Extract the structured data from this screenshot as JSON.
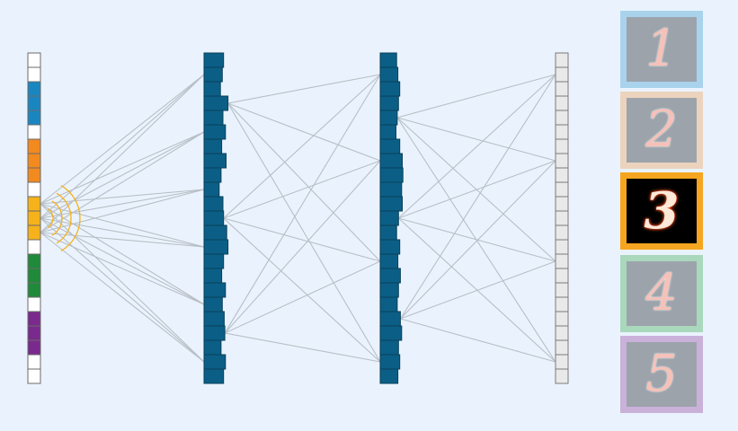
{
  "network": {
    "layers": [
      {
        "role": "input",
        "cells": 23,
        "fill": "#ffffff",
        "stroke": "#6b6b6b",
        "colored": [
          [
            2,
            3,
            4,
            "#1a86c0"
          ],
          [
            6,
            7,
            8,
            "#f28a1f"
          ],
          [
            10,
            11,
            12,
            "#f5b21b"
          ],
          [
            14,
            15,
            16,
            "#1f8a3a"
          ],
          [
            18,
            19,
            20,
            "#7a2a8c"
          ]
        ]
      },
      {
        "role": "hidden",
        "cells": 23,
        "fill": "#0b5f86",
        "stroke": "#083f5a",
        "activations": [
          0.55,
          0.45,
          0.3,
          0.9,
          0.5,
          0.7,
          0.4,
          0.75,
          0.35,
          0.2,
          0.5,
          0.55,
          0.8,
          0.9,
          0.55,
          0.4,
          0.7,
          0.45,
          0.6,
          0.65,
          0.35,
          0.7,
          0.55
        ]
      },
      {
        "role": "hidden",
        "cells": 23,
        "fill": "#0b5f86",
        "stroke": "#083f5a",
        "activations": [
          0.3,
          0.4,
          0.55,
          0.45,
          0.35,
          0.25,
          0.55,
          0.75,
          0.8,
          0.7,
          0.75,
          0.45,
          0.3,
          0.55,
          0.4,
          0.6,
          0.45,
          0.35,
          0.6,
          0.7,
          0.45,
          0.55,
          0.4
        ]
      },
      {
        "role": "output",
        "cells": 23,
        "fill": "#e9e9e9",
        "stroke": "#7a7a7a"
      }
    ],
    "connections": {
      "input_hidden1": {
        "from": [
          10,
          11,
          12
        ],
        "to": [
          1,
          5,
          9,
          13,
          17,
          21
        ]
      },
      "hidden1_hidden2": {
        "from": [
          3,
          11,
          19
        ],
        "to": [
          1,
          7,
          14,
          21
        ]
      },
      "hidden2_output": {
        "from": [
          4,
          11,
          18
        ],
        "to": [
          1,
          7,
          14,
          21
        ]
      }
    },
    "link_color": "#b8bec5",
    "wave_color": "#f5b21b"
  },
  "digits": [
    {
      "label": "1",
      "frame_color": "#a9d3ec",
      "bg": "#9ca3ab",
      "glyph_color": "#f6c1b8",
      "selected": false
    },
    {
      "label": "2",
      "frame_color": "#ecd3bd",
      "bg": "#9ca3ab",
      "glyph_color": "#f6c1b8",
      "selected": false
    },
    {
      "label": "3",
      "frame_color": "#f5a51f",
      "bg": "#000000",
      "glyph_color": "#ffe9d9",
      "selected": true
    },
    {
      "label": "4",
      "frame_color": "#a9d8bd",
      "bg": "#9ca3ab",
      "glyph_color": "#f6c1b8",
      "selected": false
    },
    {
      "label": "5",
      "frame_color": "#c9b1da",
      "bg": "#9ca3ab",
      "glyph_color": "#f6c1b8",
      "selected": false
    }
  ]
}
